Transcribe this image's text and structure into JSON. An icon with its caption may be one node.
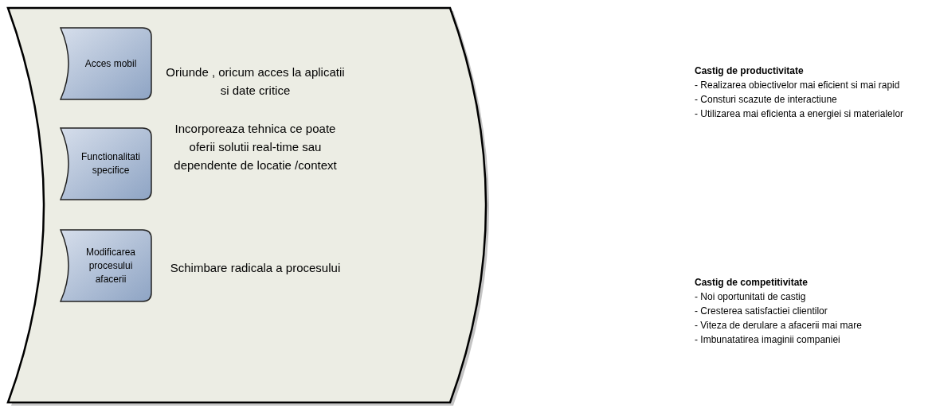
{
  "diagram": {
    "nodes": [
      {
        "text": [],
        "shape": "box"
      },
      {
        "text": [
          "Acces mobil"
        ],
        "in": 0,
        "beside": [
          "Oriunde , oricum acces la aplicatii  si date critice"
        ]
      },
      {
        "text": [
          "Functionalitati specifice"
        ],
        "in": 0,
        "beside": [
          "Incorporeaza tehnica ce poate oferii solutii real-time sau dependente de locatie /context"
        ]
      },
      {
        "text": [
          "Modificarea procesului afacerii"
        ],
        "in": 0,
        "beside": [
          "Schimbare radicala a procesului"
        ]
      }
    ],
    "labels": [
      "Castig de productivitate",
      "- Realizarea obiectivelor mai  eficient si mai rapid",
      "- Consturi scazute de interactiune",
      "- Utilizarea mai eficienta a energiei si materialelor",
      "Castig de competitivitate",
      "- Noi oportunitati de castig",
      "- Cresterea satisfactiei clientilor",
      "- Viteza de derulare a afacerii mai mare",
      "- Imbunatatirea imaginii companiei"
    ]
  }
}
